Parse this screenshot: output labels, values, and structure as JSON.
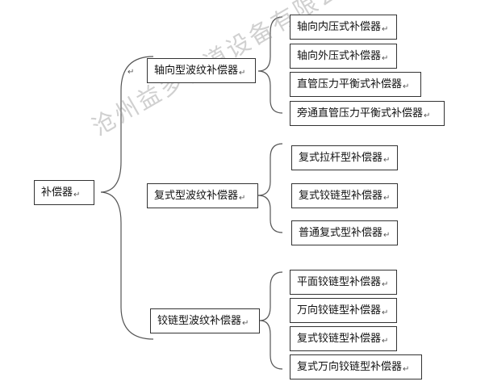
{
  "paragraph_mark": "↵",
  "root": {
    "label": "补偿器"
  },
  "groups": [
    {
      "label": "轴向型波纹补偿器",
      "items": [
        "轴向内压式补偿器",
        "轴向外压式补偿器",
        "直管压力平衡式补偿器",
        "旁通直管压力平衡式补偿器"
      ]
    },
    {
      "label": "复式型波纹补偿器",
      "items": [
        "复式拉杆型补偿器",
        "复式铰链型补偿器",
        "普通复式型补偿器"
      ]
    },
    {
      "label": "铰链型波纹补偿器",
      "items": [
        "平面铰链型补偿器",
        "万向铰链型补偿器",
        "复式铰链型补偿器",
        "复式万向铰链型补偿器"
      ]
    }
  ],
  "watermark": "沧州益多管道设备有限公司",
  "colors": {
    "line": "#555555",
    "border": "#333333",
    "watermark": "#969696"
  }
}
